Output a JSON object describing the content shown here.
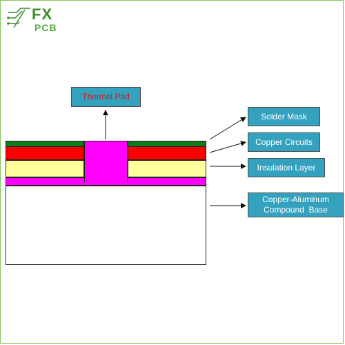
{
  "logo": {
    "brand_top": "FX",
    "brand_bottom": "PCB"
  },
  "labels": {
    "thermal_pad": "Thermal Pad",
    "solder_mask": "Solder Mask",
    "copper_circuits": "Copper Circuits",
    "insulation_layer": "Insulation Layer",
    "base_line1": "Copper-Aluminum",
    "base_line2": "Compound  Base"
  },
  "colors": {
    "solder_mask": "#0e7a1a",
    "copper_circuits": "#ff0000",
    "insulation_layer": "#ffff9c",
    "thermal_pad": "#ff00ff",
    "base": "#ffffff",
    "label_box": "#34a1bf",
    "brand": "#3c8a2a"
  }
}
